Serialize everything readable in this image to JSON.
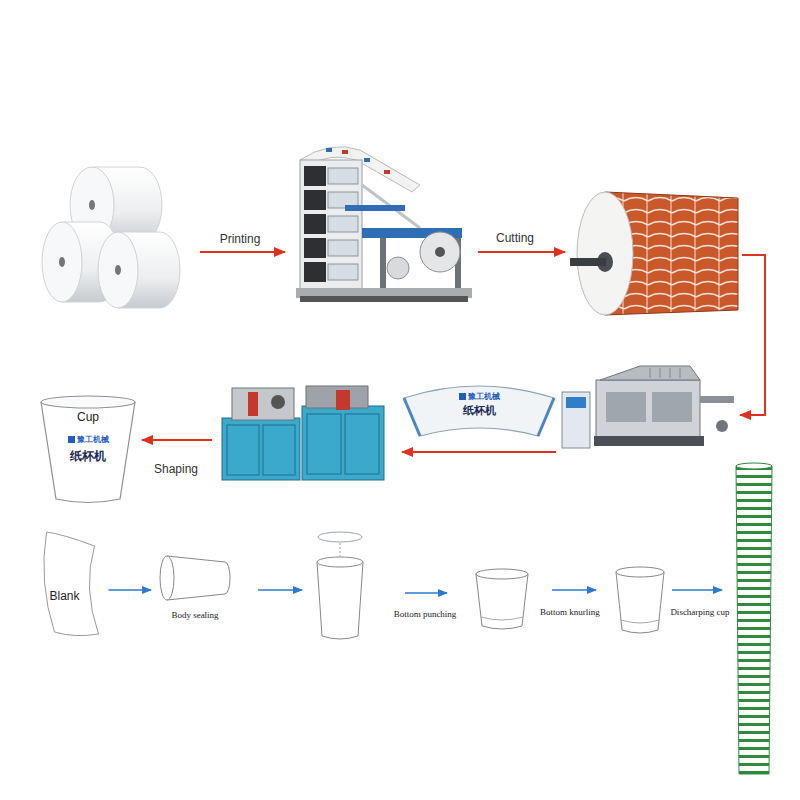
{
  "diagram": {
    "nodes": [
      {
        "text": [
          "Cup",
          "豫工机械",
          "纸杯机"
        ]
      },
      {
        "text": [
          "豫工机械",
          "纸杯机"
        ]
      },
      {
        "text": [
          "Blank"
        ]
      },
      {
        "text": [
          "Body sealing"
        ]
      }
    ],
    "edges": [
      {
        "from": 2,
        "to": 3,
        "arrow": "to"
      }
    ],
    "labels": [
      "Printing",
      "Cutting",
      "Shaping",
      "Bottom punching",
      "Bottom knurling",
      "Discharping cup"
    ]
  }
}
